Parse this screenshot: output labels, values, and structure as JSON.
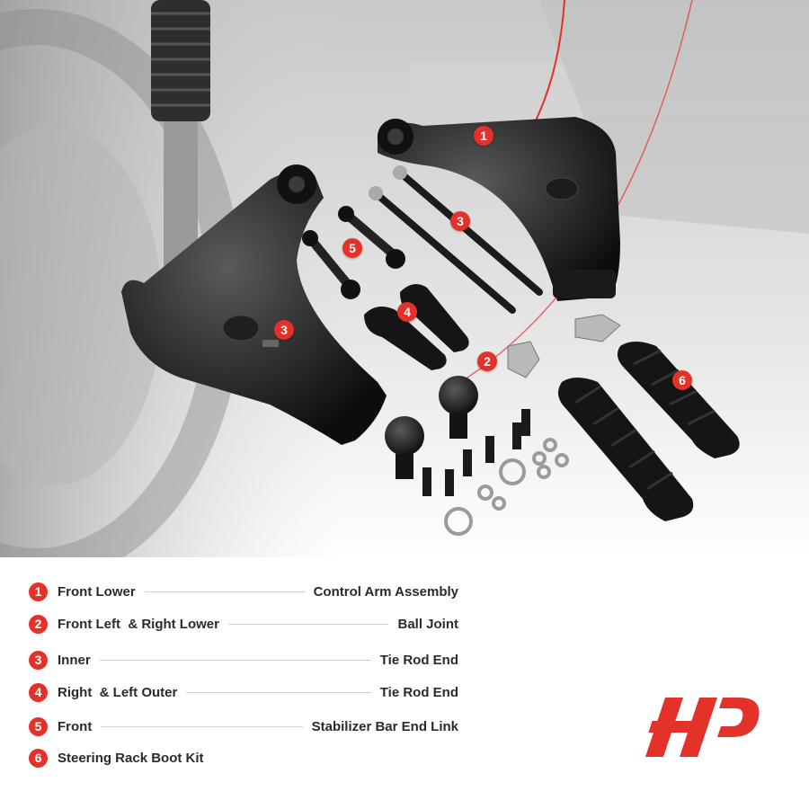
{
  "colors": {
    "accent": "#e4322b",
    "text": "#2b2b2b",
    "leader_line": "#cfcfcf"
  },
  "callouts": [
    {
      "number": "1"
    },
    {
      "number": "3"
    },
    {
      "number": "5"
    },
    {
      "number": "4"
    },
    {
      "number": "2"
    },
    {
      "number": "6"
    },
    {
      "number": "3"
    }
  ],
  "legend": [
    {
      "number": "1",
      "left": "Front Lower",
      "right": "Control Arm Assembly"
    },
    {
      "number": "2",
      "left": "Front Left  & Right Lower",
      "right": "Ball Joint"
    },
    {
      "number": "3",
      "left": "Inner",
      "right": "Tie Rod End"
    },
    {
      "number": "4",
      "left": "Right  & Left Outer",
      "right": "Tie Rod End"
    },
    {
      "number": "5",
      "left": "Front",
      "right": "Stabilizer Bar End Link"
    },
    {
      "number": "6",
      "left": "Steering Rack Boot Kit",
      "right": ""
    }
  ],
  "logo": {
    "icon": "brand-logo-icon"
  }
}
